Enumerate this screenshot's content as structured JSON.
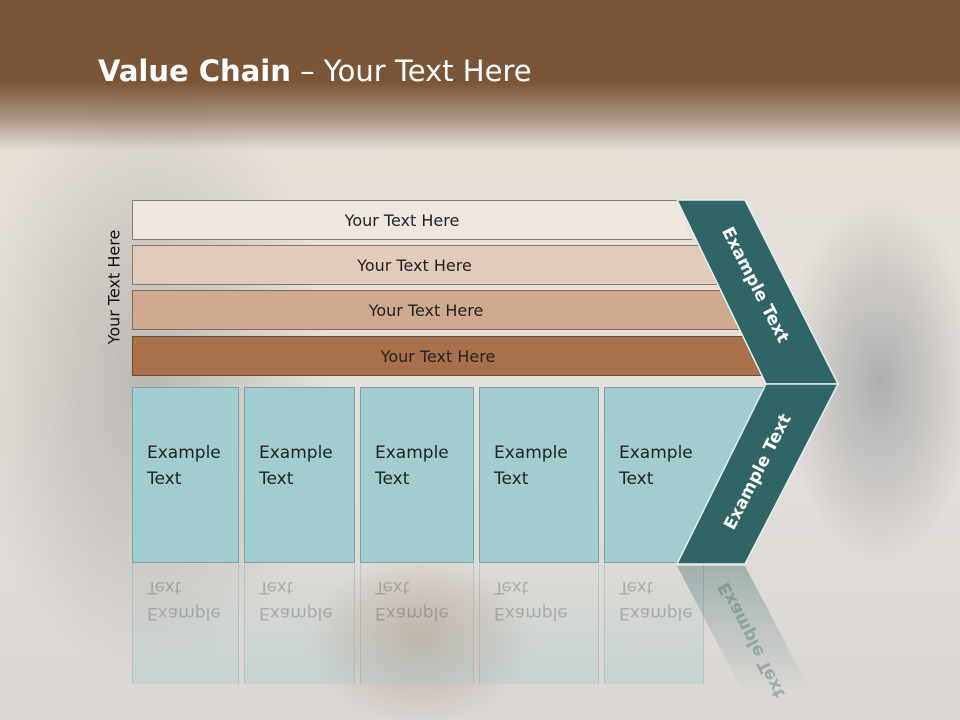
{
  "slide": {
    "title_bold": "Value Chain",
    "title_rest": " – Your Text Here",
    "side_label": "Your Text Here"
  },
  "bars": [
    {
      "label": "Your Text Here",
      "color": "#eee6df"
    },
    {
      "label": "Your Text Here",
      "color": "#e2cbbb"
    },
    {
      "label": "Your Text Here",
      "color": "#cfa990"
    },
    {
      "label": "Your Text Here",
      "color": "#a8714b"
    }
  ],
  "columns": [
    {
      "line1": "Example",
      "line2": "Text"
    },
    {
      "line1": "Example",
      "line2": "Text"
    },
    {
      "line1": "Example",
      "line2": "Text"
    },
    {
      "line1": "Example",
      "line2": "Text"
    },
    {
      "line1": "Example",
      "line2": "Text"
    }
  ],
  "chevron": {
    "upper_label": "Example Text",
    "lower_label": "Example Text",
    "color": "#2f6566"
  },
  "colors": {
    "header": "#7a5436",
    "column_fill": "#a1cdd0"
  }
}
